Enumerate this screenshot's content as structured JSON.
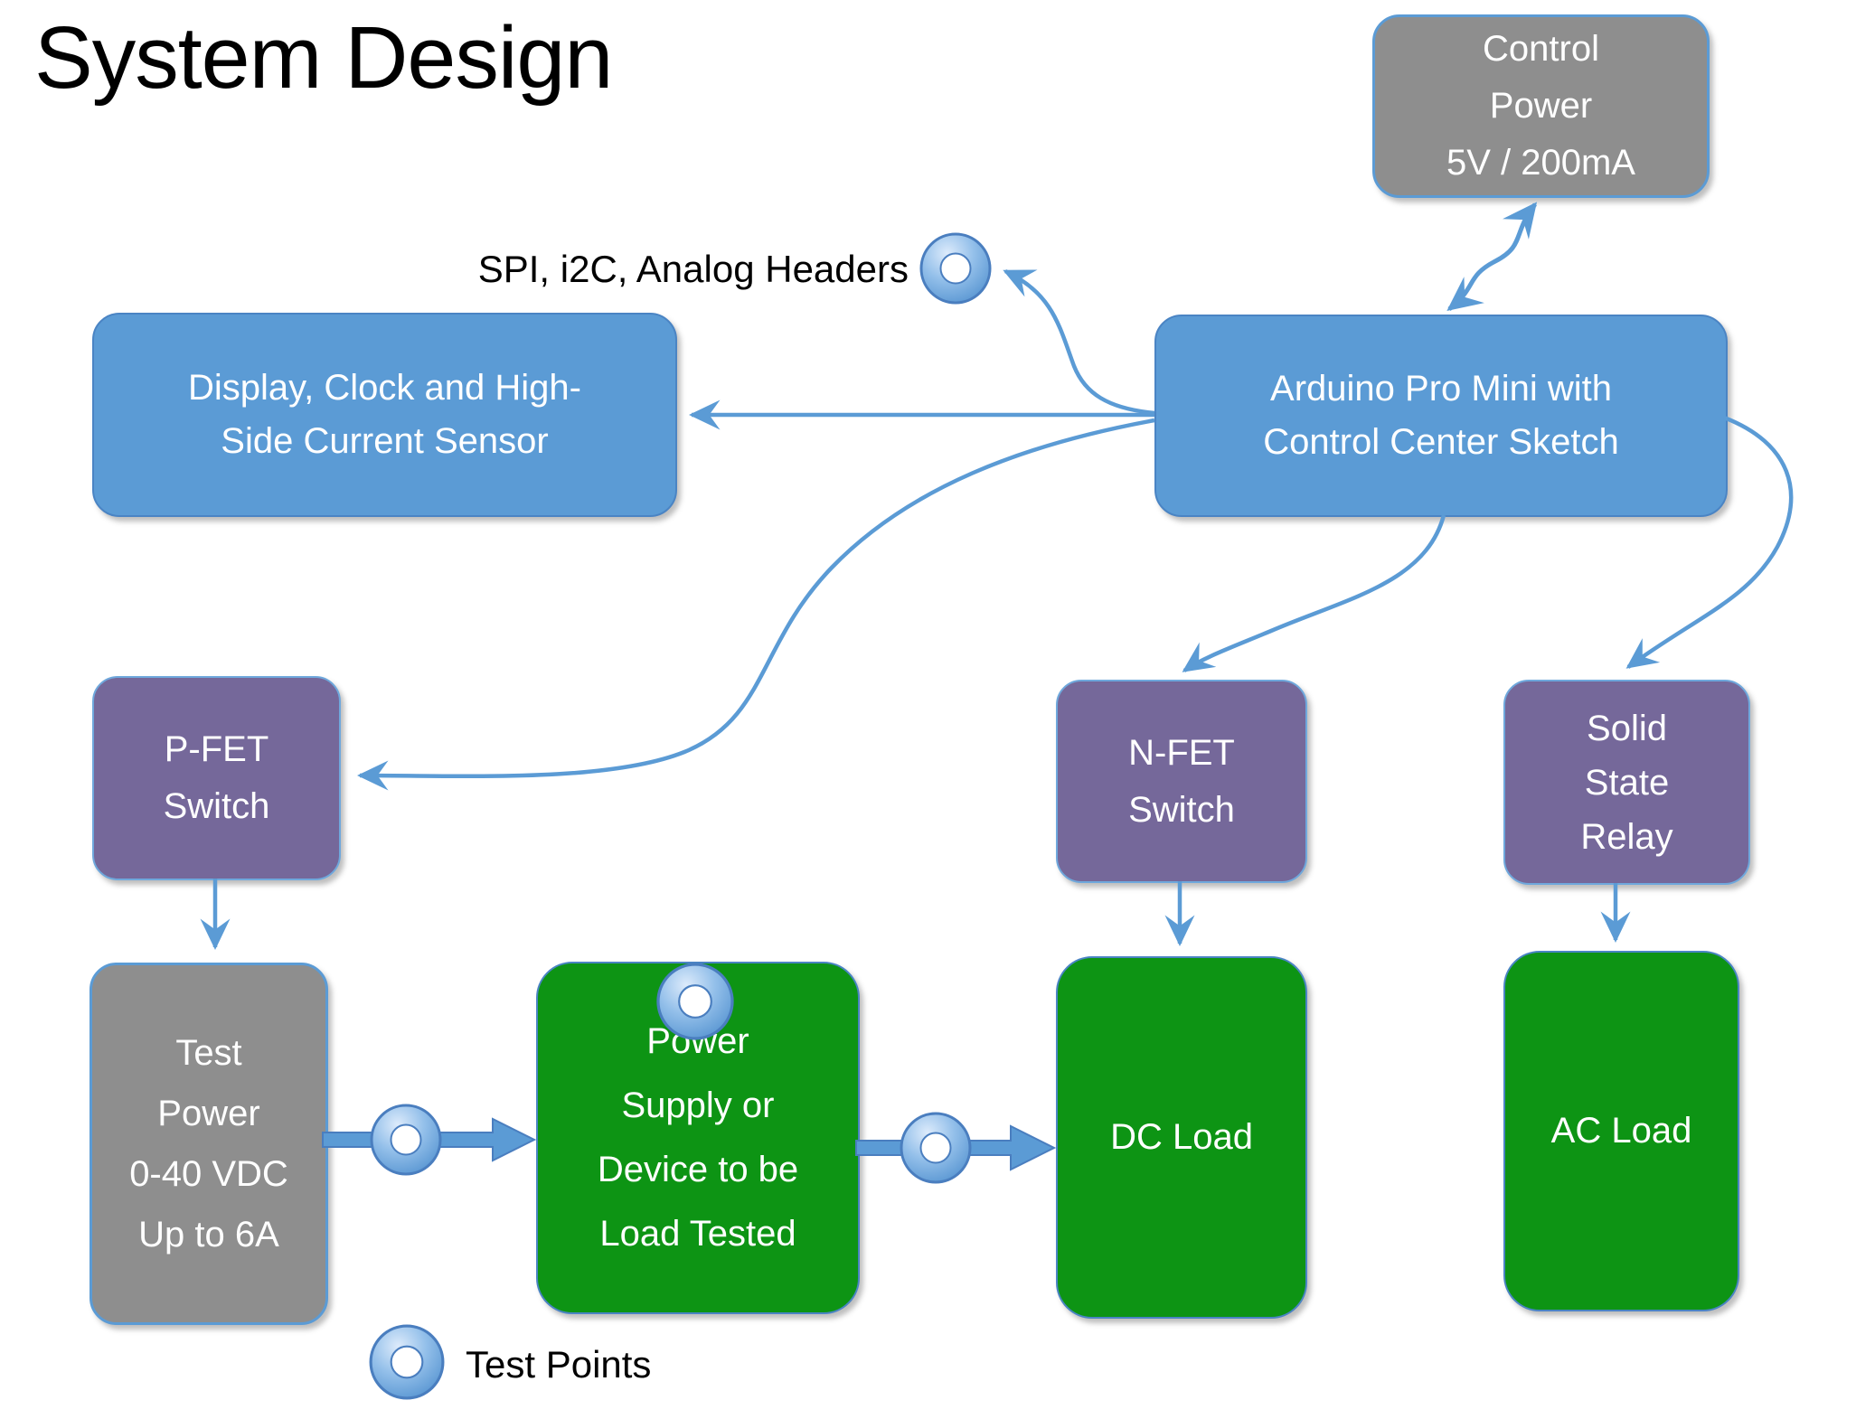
{
  "title": "System Design",
  "annotations": {
    "headers_label": "SPI, i2C, Analog Headers"
  },
  "legend": {
    "label": "Test Points",
    "symbol": "test-point-donut-icon"
  },
  "boxes": {
    "control_power": {
      "lines": [
        "Control",
        "Power",
        "5V / 200mA"
      ],
      "color": "#8e8e8e"
    },
    "display": {
      "lines": [
        "Display, Clock and High-",
        "Side Current Sensor"
      ],
      "color": "#5b9bd5"
    },
    "arduino": {
      "lines": [
        "Arduino Pro Mini with",
        "Control Center Sketch"
      ],
      "color": "#5b9bd5"
    },
    "pfet": {
      "lines": [
        "P-FET",
        "Switch"
      ],
      "color": "#75689a"
    },
    "nfet": {
      "lines": [
        "N-FET",
        "Switch"
      ],
      "color": "#75689a"
    },
    "ssr": {
      "lines": [
        "Solid",
        "State",
        "Relay"
      ],
      "color": "#75689a"
    },
    "test_power": {
      "lines": [
        "Test",
        "Power",
        "0-40 VDC",
        "Up to 6A"
      ],
      "color": "#8e8e8e"
    },
    "supply": {
      "lines": [
        "Power",
        "Supply or",
        "Device to be",
        "Load Tested"
      ],
      "color": "#0d9414"
    },
    "dc_load": {
      "lines": [
        "DC Load"
      ],
      "color": "#0d9414"
    },
    "ac_load": {
      "lines": [
        "AC Load"
      ],
      "color": "#0d9414"
    }
  },
  "edges": [
    {
      "from": "arduino",
      "to": "control_power",
      "style": "wavy-double-arrow"
    },
    {
      "from": "arduino",
      "to": "display",
      "style": "straight-arrow"
    },
    {
      "from": "arduino",
      "to": "headers_test_point",
      "style": "curved-arrow"
    },
    {
      "from": "arduino",
      "to": "pfet",
      "style": "curved-arrow"
    },
    {
      "from": "arduino",
      "to": "nfet",
      "style": "curved-arrow"
    },
    {
      "from": "arduino",
      "to": "ssr",
      "style": "curved-arrow"
    },
    {
      "from": "pfet",
      "to": "test_power",
      "style": "straight-arrow"
    },
    {
      "from": "nfet",
      "to": "dc_load",
      "style": "straight-arrow"
    },
    {
      "from": "ssr",
      "to": "ac_load",
      "style": "straight-arrow"
    },
    {
      "from": "test_power",
      "to": "supply",
      "style": "thick-arrow-with-test-point"
    },
    {
      "from": "supply",
      "to": "dc_load",
      "style": "thick-arrow-with-test-point"
    }
  ],
  "colors": {
    "box_blue": "#5b9bd5",
    "box_gray": "#8e8e8e",
    "box_purple": "#75689a",
    "box_green": "#0d9414",
    "connector_blue": "#5b9bd5",
    "connector_edge": "#4a7ebf",
    "text_on_box": "#ffffff",
    "title_text": "#000000"
  }
}
